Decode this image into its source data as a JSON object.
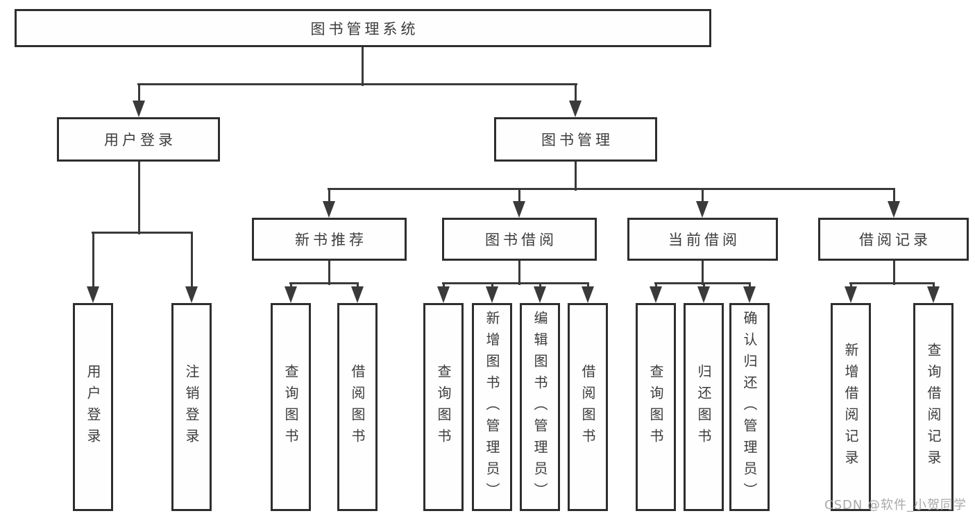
{
  "colors": {
    "background": "#ffffff",
    "line": "#3a3a3a",
    "box_border": "#2e2e2e",
    "box_fill": "#fefefe",
    "text": "#3c3c3c",
    "watermark": "#a9a9a9"
  },
  "watermark": {
    "text": "CSDN @软件_小贺同学"
  },
  "tree": {
    "root": {
      "label": "图书管理系统",
      "children": [
        {
          "label": "用户登录",
          "children": [
            {
              "label": "用户登录"
            },
            {
              "label": "注销登录"
            }
          ]
        },
        {
          "label": "图书管理",
          "children": [
            {
              "label": "新书推荐",
              "children": [
                {
                  "label": "查询图书"
                },
                {
                  "label": "借阅图书"
                }
              ]
            },
            {
              "label": "图书借阅",
              "children": [
                {
                  "label": "查询图书"
                },
                {
                  "label": "新增图书（管理员）"
                },
                {
                  "label": "编辑图书（管理员）"
                },
                {
                  "label": "借阅图书"
                }
              ]
            },
            {
              "label": "当前借阅",
              "children": [
                {
                  "label": "查询图书"
                },
                {
                  "label": "归还图书"
                },
                {
                  "label": "确认归还（管理员）"
                }
              ]
            },
            {
              "label": "借阅记录",
              "children": [
                {
                  "label": "新增借阅记录"
                },
                {
                  "label": "查询借阅记录"
                }
              ]
            }
          ]
        }
      ]
    }
  }
}
